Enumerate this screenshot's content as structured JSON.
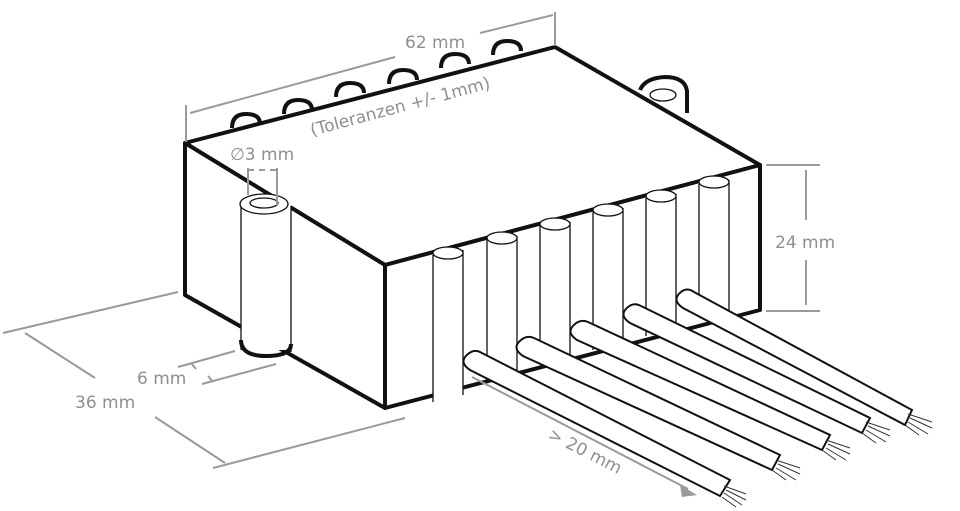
{
  "diagram": {
    "subject": "Electronic module housing with 5 wire leads (isometric dimension drawing)",
    "dimensions": {
      "length": "62 mm",
      "tolerance_note": "(Toleranzen +/- 1mm)",
      "hole_diameter": "∅3 mm",
      "height": "24 mm",
      "depth": "36 mm",
      "tab_width": "6 mm",
      "wire_length": "> 20 mm"
    },
    "wire_count": 5,
    "colors": {
      "outline": "#111111",
      "dimension": "#9a9a9a",
      "background": "#ffffff"
    }
  }
}
